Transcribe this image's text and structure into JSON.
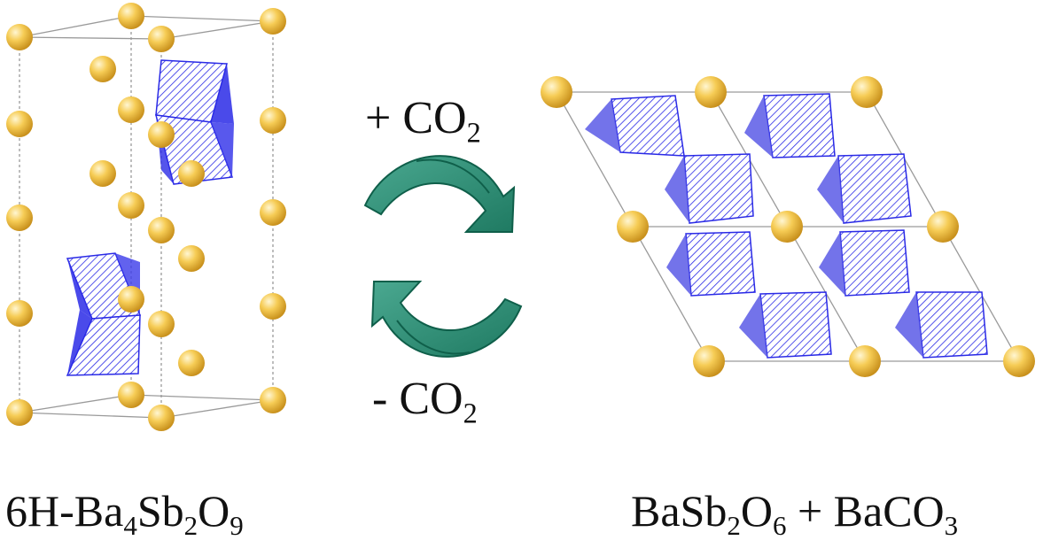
{
  "labels": {
    "add_prefix": "+ CO",
    "add_sub": "2",
    "remove_prefix": "- CO",
    "remove_sub": "2",
    "left_parts": [
      "6H-Ba",
      "4",
      "Sb",
      "2",
      "O",
      "9"
    ],
    "right_parts": [
      "BaSb",
      "2",
      "O",
      "6",
      " + BaCO",
      "3"
    ]
  },
  "colors": {
    "atom": "#f2c13c",
    "atom_highlight": "#fff6d2",
    "atom_edge": "#c8901c",
    "polyhedron": "#2a2ae6",
    "polyhedron_light": "#6f6fe0",
    "arrow": "#2f8f78",
    "arrow_dark": "#0f5f4a",
    "cell_line": "#9a9a9a"
  },
  "icons": {
    "forward_arrow": "curved-arrow-clockwise-icon",
    "reverse_arrow": "curved-arrow-counterclockwise-icon"
  }
}
